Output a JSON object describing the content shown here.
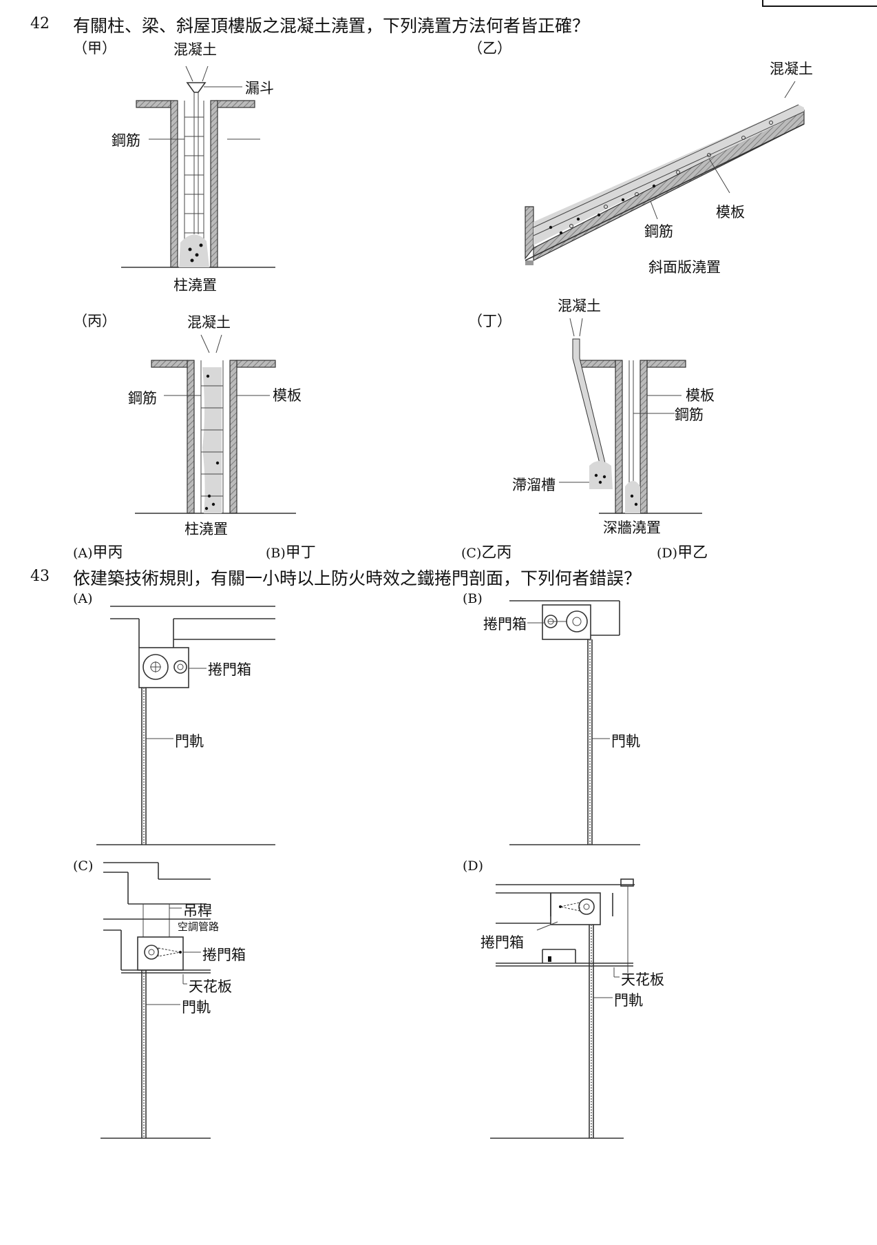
{
  "q42": {
    "number": "42",
    "text": "有關柱、梁、斜屋頂樓版之混凝土澆置，下列澆置方法何者皆正確？",
    "figures": {
      "a": {
        "tag": "（甲）",
        "concrete": "混凝土",
        "funnel": "漏斗",
        "rebar": "鋼筋",
        "caption": "柱澆置"
      },
      "b": {
        "tag": "（乙）",
        "concrete": "混凝土",
        "formwork": "模板",
        "rebar": "鋼筋",
        "caption": "斜面版澆置"
      },
      "c": {
        "tag": "（丙）",
        "concrete": "混凝土",
        "rebar": "鋼筋",
        "formwork": "模板",
        "caption": "柱澆置"
      },
      "d": {
        "tag": "（丁）",
        "concrete": "混凝土",
        "formwork": "模板",
        "rebar": "鋼筋",
        "chute": "滯溜槽",
        "caption": "深牆澆置"
      }
    },
    "options": [
      {
        "label": "(A)",
        "text": "甲丙"
      },
      {
        "label": "(B)",
        "text": "甲丁"
      },
      {
        "label": "(C)",
        "text": "乙丙"
      },
      {
        "label": "(D)",
        "text": "甲乙"
      }
    ]
  },
  "q43": {
    "number": "43",
    "text": "依建築技術規則，有關一小時以上防火時效之鐵捲門剖面，下列何者錯誤？",
    "figures": {
      "a": {
        "tag": "(A)",
        "box": "捲門箱",
        "rail": "門軌"
      },
      "b": {
        "tag": "(B)",
        "box": "捲門箱",
        "rail": "門軌"
      },
      "c": {
        "tag": "(C)",
        "hanger": "吊桿",
        "duct": "空調管路",
        "box": "捲門箱",
        "ceiling": "天花板",
        "rail": "門軌"
      },
      "d": {
        "tag": "(D)",
        "box": "捲門箱",
        "ceiling": "天花板",
        "rail": "門軌"
      }
    }
  }
}
